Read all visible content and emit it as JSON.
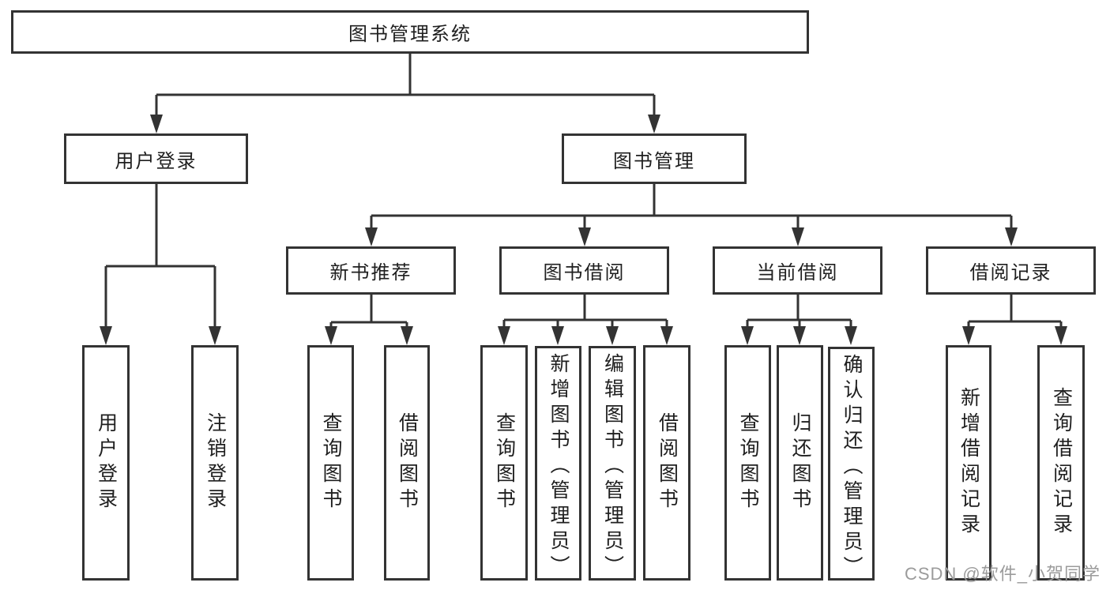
{
  "tree": {
    "root": "图书管理系统",
    "branches": [
      {
        "label": "用户登录",
        "children": [
          "用户登录",
          "注销登录"
        ]
      },
      {
        "label": "图书管理",
        "children": [
          {
            "label": "新书推荐",
            "children": [
              "查询图书",
              "借阅图书"
            ]
          },
          {
            "label": "图书借阅",
            "children": [
              "查询图书",
              "新增图书（管理员）",
              "编辑图书（管理员）",
              "借阅图书"
            ]
          },
          {
            "label": "当前借阅",
            "children": [
              "查询图书",
              "归还图书",
              "确认归还（管理员）"
            ]
          },
          {
            "label": "借阅记录",
            "children": [
              "新增借阅记录",
              "查询借阅记录"
            ]
          }
        ]
      }
    ]
  },
  "watermark": {
    "text": "CSDN @软件_小贺同学"
  },
  "colors": {
    "line": "#333333",
    "node_border": "#333333",
    "text": "#1f1f1f",
    "watermark": "#9b9b9b",
    "background": "#ffffff"
  }
}
